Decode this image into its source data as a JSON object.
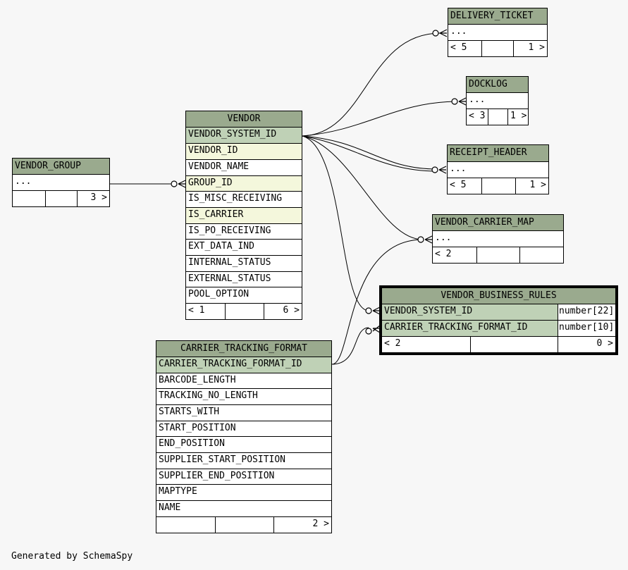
{
  "footer": {
    "generated_by": "Generated by SchemaSpy"
  },
  "tables": {
    "delivery_ticket": {
      "name": "DELIVERY_TICKET",
      "row": "...",
      "parents": "< 5",
      "children": "1 >"
    },
    "docklog": {
      "name": "DOCKLOG",
      "row": "...",
      "parents": "< 3",
      "children": "1 >"
    },
    "receipt_header": {
      "name": "RECEIPT_HEADER",
      "row": "...",
      "parents": "< 5",
      "children": "1 >"
    },
    "vendor_carrier_map": {
      "name": "VENDOR_CARRIER_MAP",
      "row": "...",
      "parents": "< 2",
      "children": ""
    },
    "vendor_group": {
      "name": "VENDOR_GROUP",
      "row": "...",
      "parents": "",
      "children": "3 >"
    },
    "vendor": {
      "name": "VENDOR",
      "columns": [
        "VENDOR_SYSTEM_ID",
        "VENDOR_ID",
        "VENDOR_NAME",
        "GROUP_ID",
        "IS_MISC_RECEIVING",
        "IS_CARRIER",
        "IS_PO_RECEIVING",
        "EXT_DATA_IND",
        "INTERNAL_STATUS",
        "EXTERNAL_STATUS",
        "POOL_OPTION"
      ],
      "parents": "< 1",
      "children": "6 >"
    },
    "vendor_business_rules": {
      "name": "VENDOR_BUSINESS_RULES",
      "columns": [
        {
          "name": "VENDOR_SYSTEM_ID",
          "type": "number[22]"
        },
        {
          "name": "CARRIER_TRACKING_FORMAT_ID",
          "type": "number[10]"
        }
      ],
      "parents": "< 2",
      "children": "0 >"
    },
    "carrier_tracking_format": {
      "name": "CARRIER_TRACKING_FORMAT",
      "columns": [
        "CARRIER_TRACKING_FORMAT_ID",
        "BARCODE_LENGTH",
        "TRACKING_NO_LENGTH",
        "STARTS_WITH",
        "START_POSITION",
        "END_POSITION",
        "SUPPLIER_START_POSITION",
        "SUPPLIER_END_POSITION",
        "MAPTYPE",
        "NAME"
      ],
      "parents": "",
      "children": "2 >"
    }
  }
}
